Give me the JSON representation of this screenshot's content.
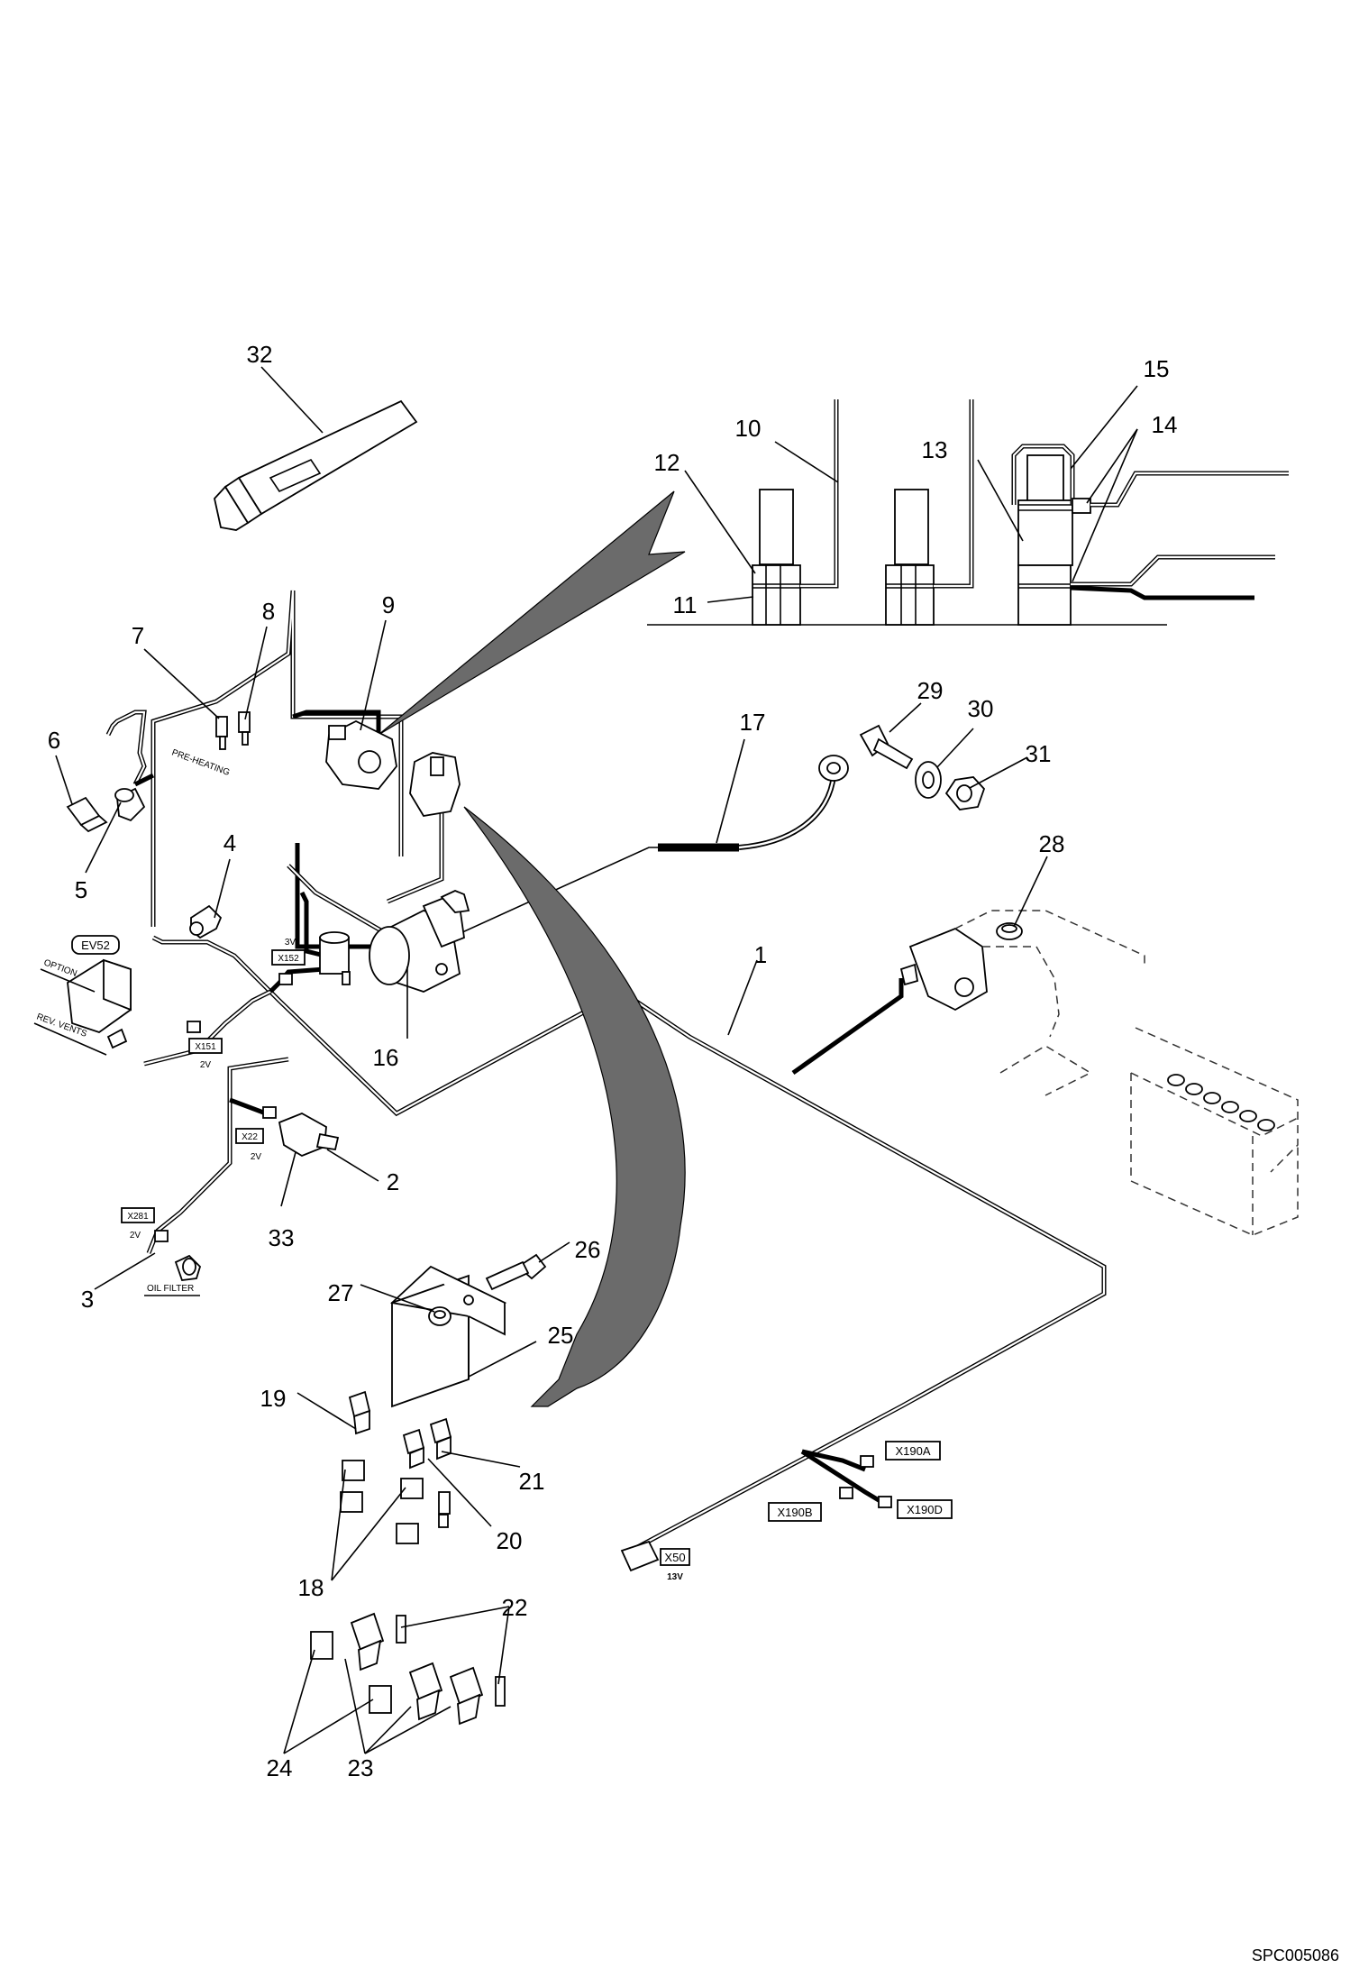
{
  "doc_code": "SPC005086",
  "callouts": {
    "c1": "1",
    "c2": "2",
    "c3": "3",
    "c4": "4",
    "c5": "5",
    "c6": "6",
    "c7": "7",
    "c8": "8",
    "c9": "9",
    "c10": "10",
    "c11": "11",
    "c12": "12",
    "c13": "13",
    "c14": "14",
    "c15": "15",
    "c16": "16",
    "c17": "17",
    "c18": "18",
    "c19": "19",
    "c20": "20",
    "c21": "21",
    "c22": "22",
    "c23": "23",
    "c24": "24",
    "c25": "25",
    "c26": "26",
    "c27": "27",
    "c28": "28",
    "c29": "29",
    "c30": "30",
    "c31": "31",
    "c32": "32",
    "c33": "33"
  },
  "connectors": {
    "ev52": "EV52",
    "x151": "X151",
    "x152": "X152",
    "x22": "X22",
    "x281": "X281",
    "x190a": "X190A",
    "x190b": "X190B",
    "x190d": "X190D",
    "x50": "X50"
  },
  "voltages": {
    "x151": "2V",
    "x152": "3V",
    "x22": "2V",
    "x281": "2V",
    "x50": "13V"
  },
  "wire_labels": {
    "pre_heating": "PRE-HEATING",
    "option": "OPTION",
    "rev_vents": "REV. VENTS",
    "oil_filter": "OIL FILTER"
  },
  "colors": {
    "ink": "#000000",
    "arrow_fill": "#6b6b6b",
    "background": "#ffffff"
  }
}
